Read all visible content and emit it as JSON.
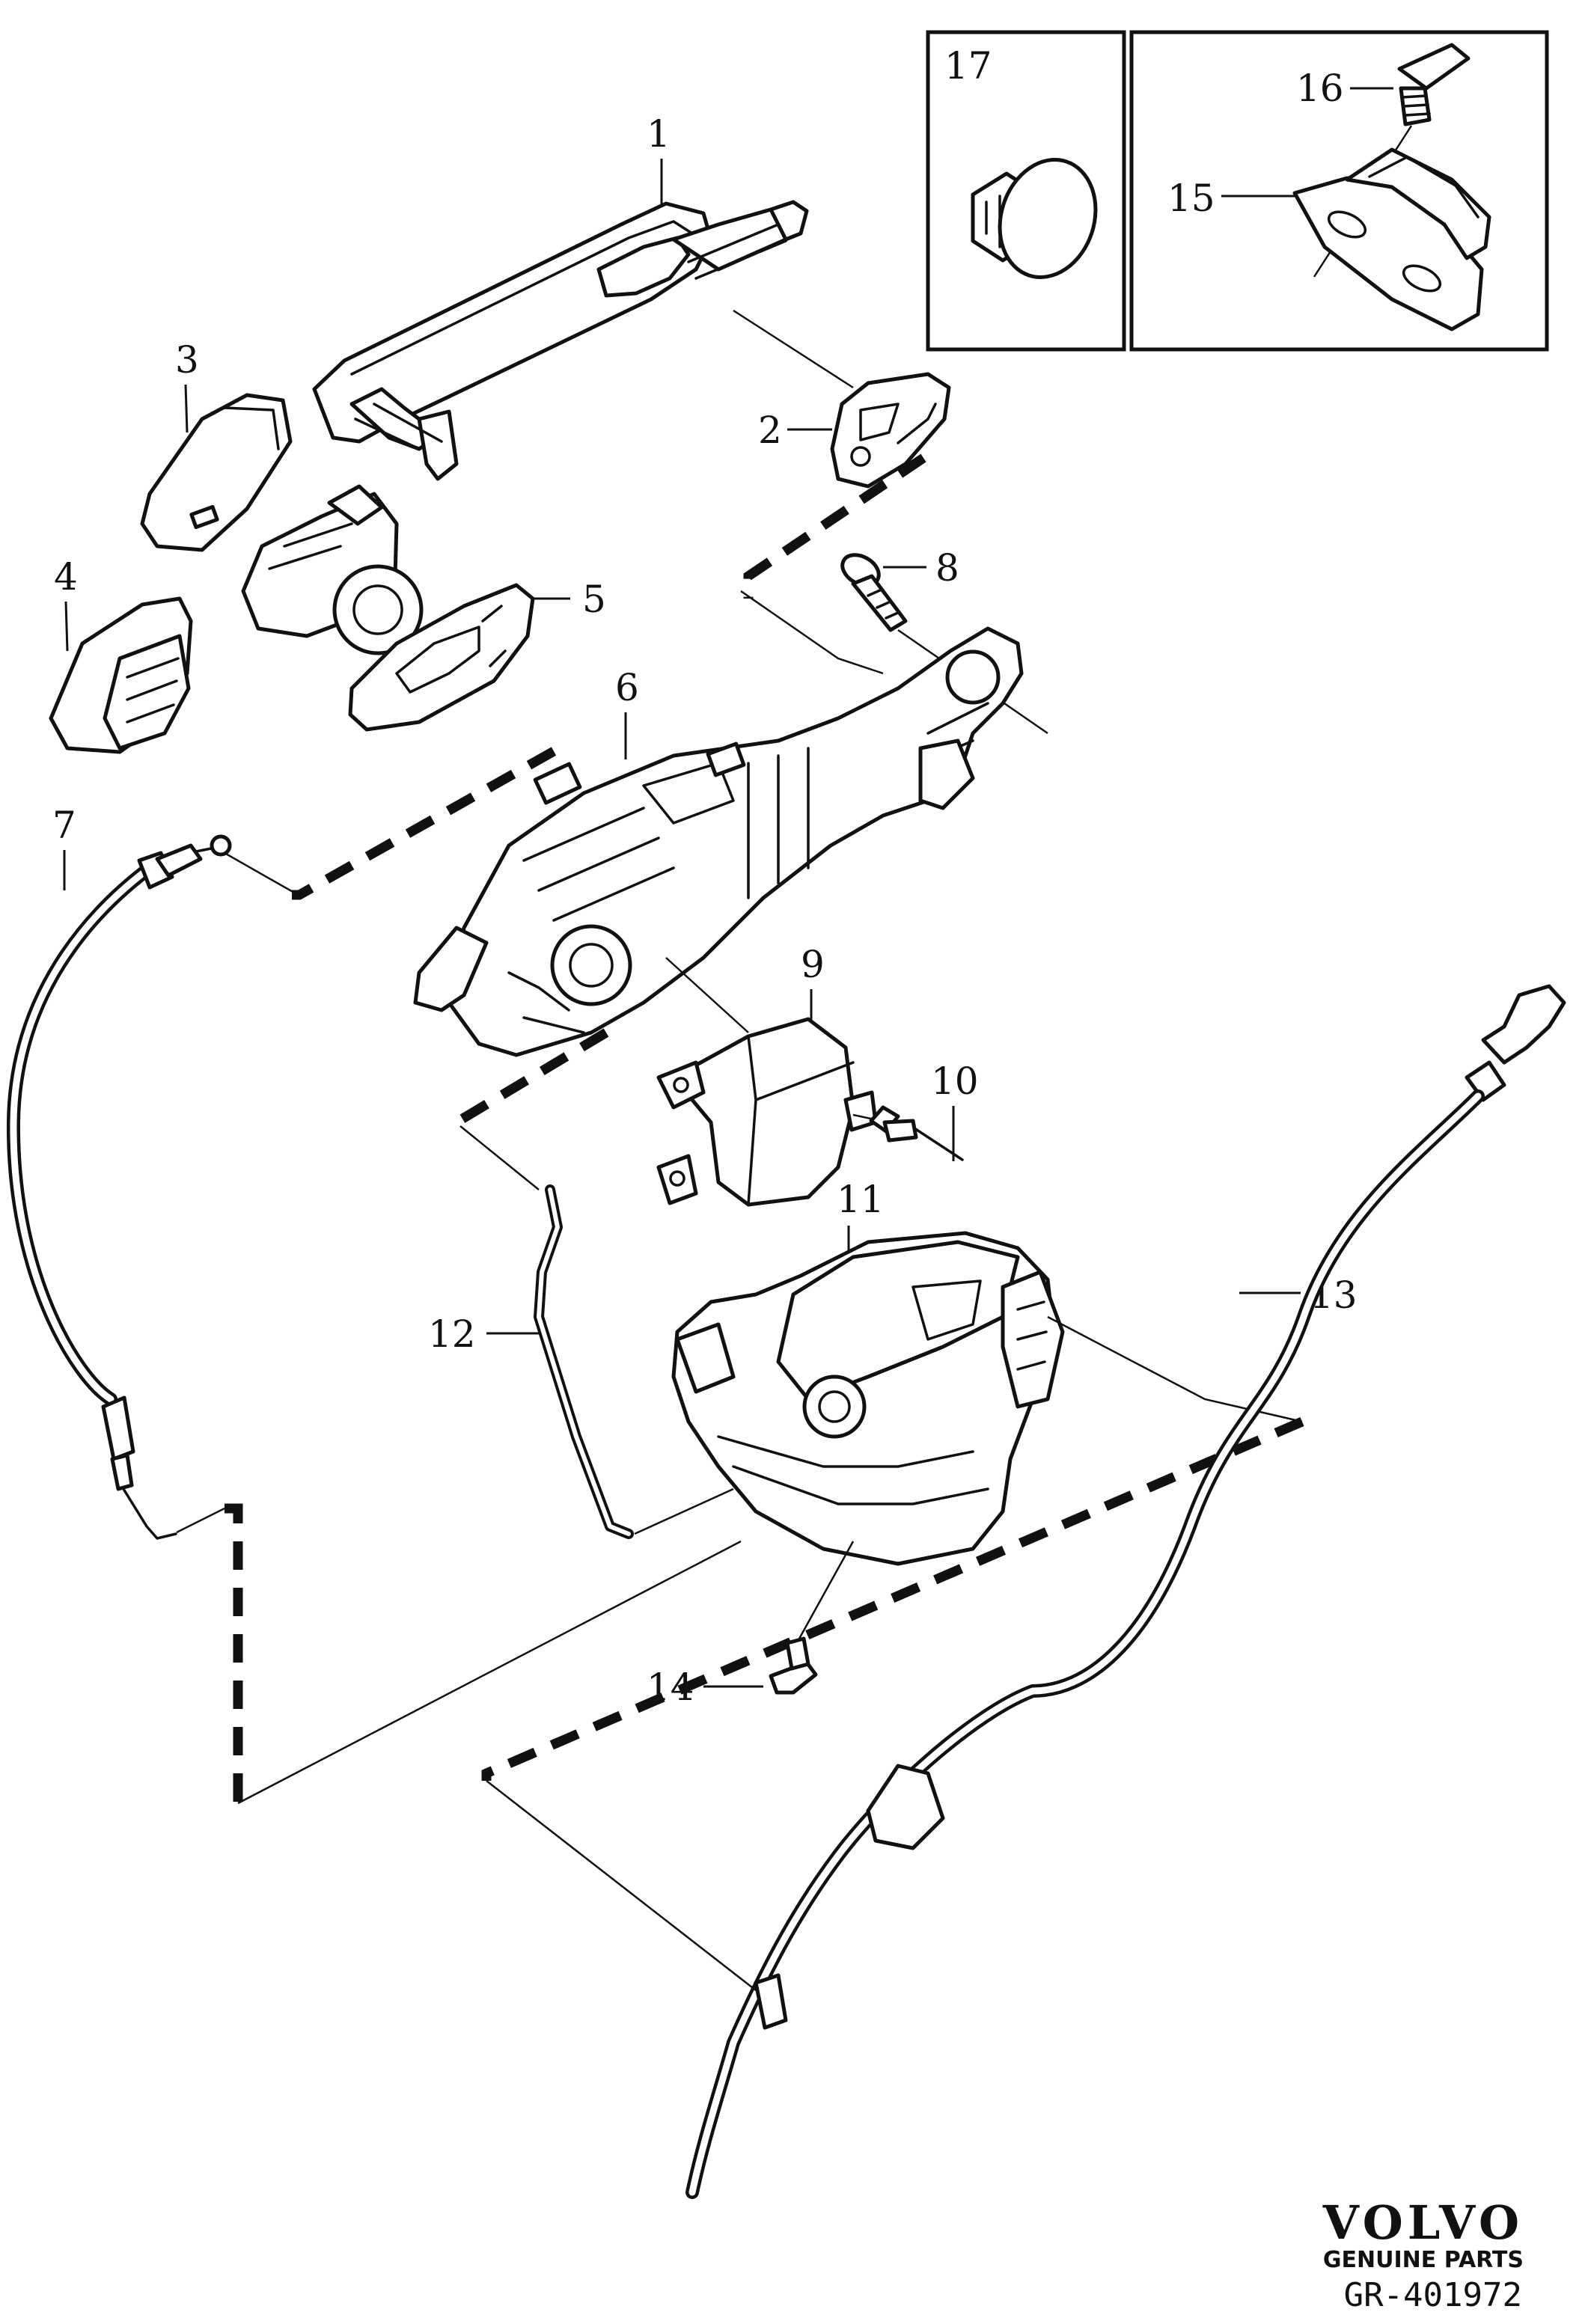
{
  "callouts": {
    "c1": "1",
    "c2": "2",
    "c3": "3",
    "c4": "4",
    "c5": "5",
    "c6": "6",
    "c7": "7",
    "c8": "8",
    "c9": "9",
    "c10": "10",
    "c11": "11",
    "c12": "12",
    "c13": "13",
    "c14": "14",
    "c15": "15",
    "c16": "16",
    "c17": "17"
  },
  "branding": {
    "logo_text": "VOLVO",
    "logo_subtitle": "GENUINE PARTS",
    "diagram_ref": "GR-401972"
  }
}
